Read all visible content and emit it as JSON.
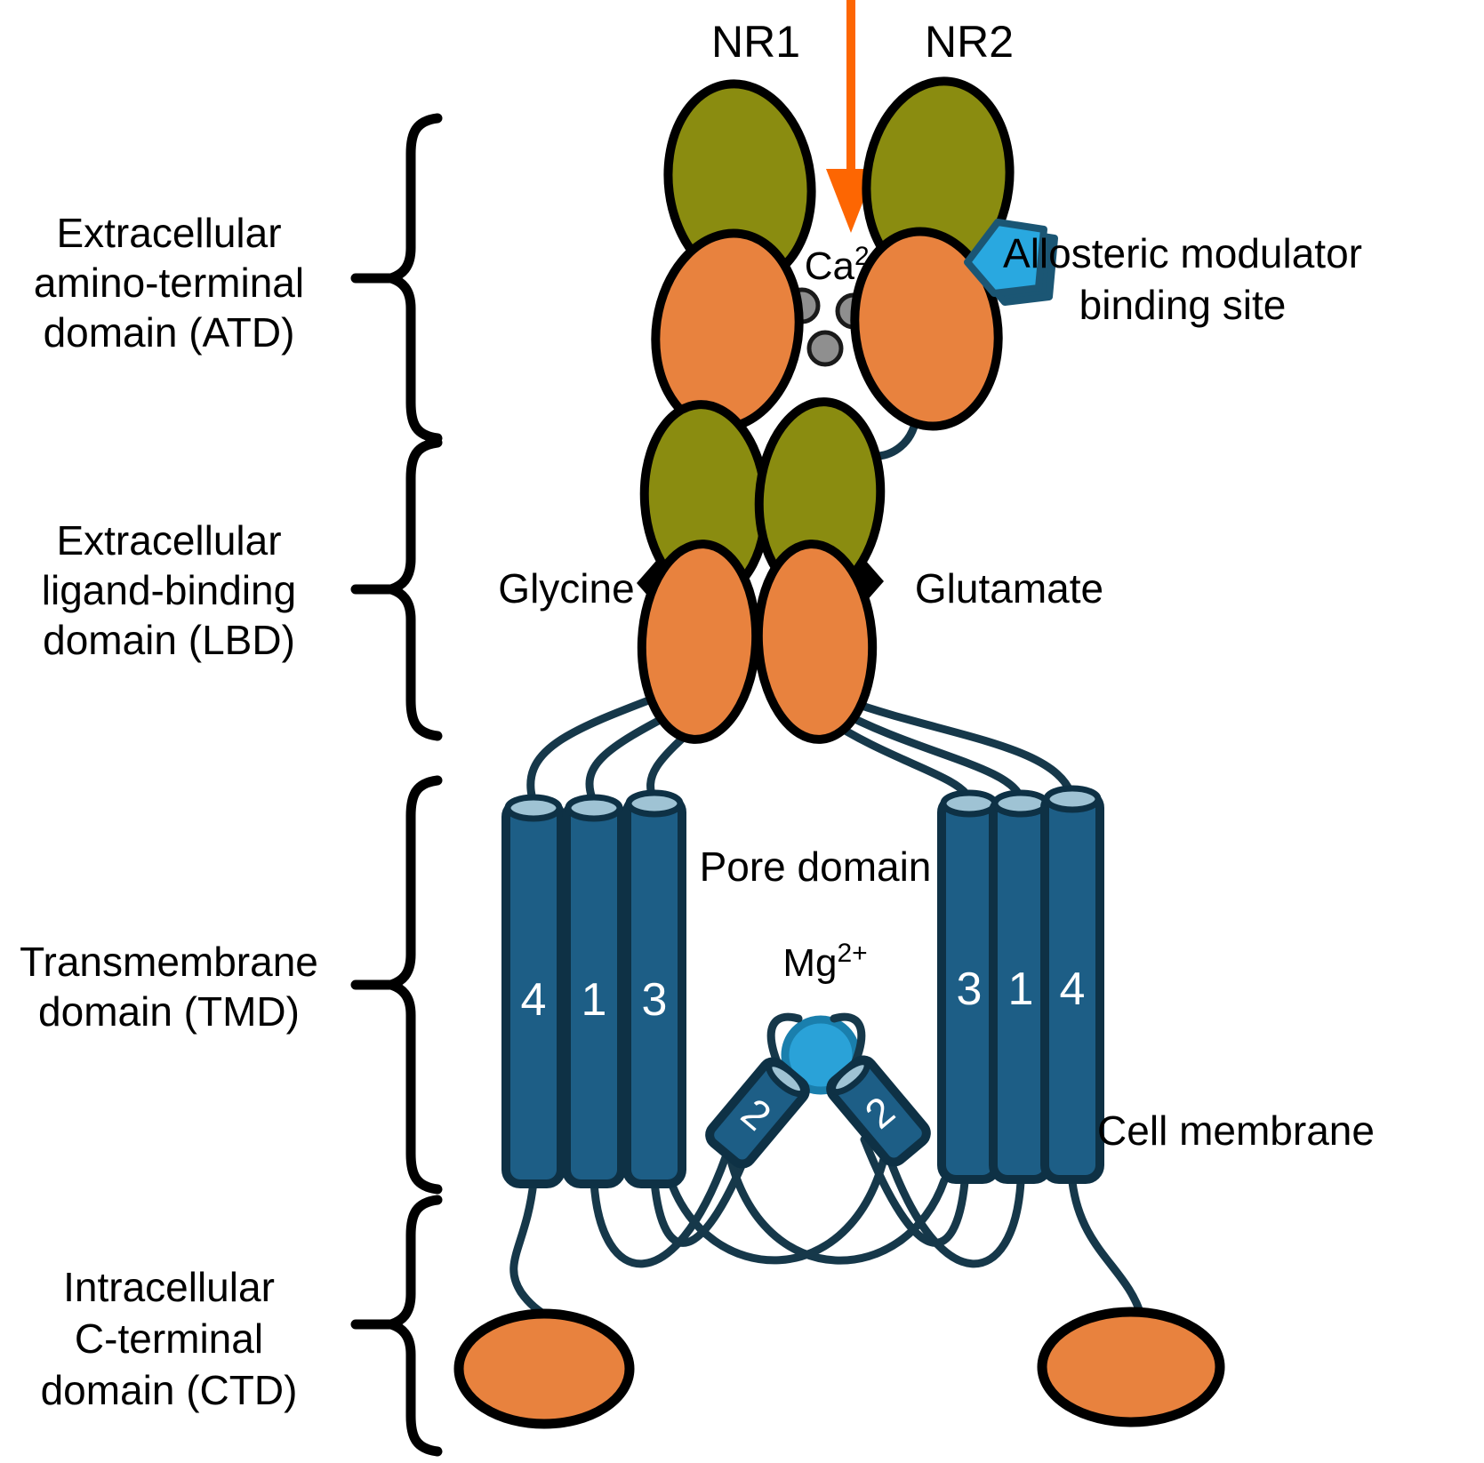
{
  "subunit_labels": {
    "nr1": "NR1",
    "nr2": "NR2"
  },
  "domain_labels": {
    "atd": {
      "lines": [
        "Extracellular",
        "amino-terminal",
        "domain (ATD)"
      ]
    },
    "lbd": {
      "lines": [
        "Extracellular",
        "ligand-binding",
        "domain (LBD)"
      ]
    },
    "tmd": {
      "lines": [
        "Transmembrane",
        "domain (TMD)"
      ]
    },
    "ctd": {
      "lines": [
        "Intracellular",
        "C-terminal",
        "domain (CTD)"
      ]
    }
  },
  "ligand_labels": {
    "glycine": "Glycine",
    "glutamate": "Glutamate"
  },
  "ion_labels": {
    "calcium_base": "Ca",
    "calcium_sup": "2+",
    "magnesium_base": "Mg",
    "magnesium_sup": "2+"
  },
  "annotation_labels": {
    "allosteric_line1": "Allosteric modulator",
    "allosteric_line2": "binding site",
    "pore_domain": "Pore domain",
    "cell_membrane": "Cell membrane"
  },
  "helix_numbers": {
    "left": [
      "4",
      "1",
      "3"
    ],
    "right": [
      "3",
      "1",
      "4"
    ],
    "pore_loop_left": "2",
    "pore_loop_right": "2"
  },
  "colors": {
    "olive_domain": "#8a8c10",
    "orange_domain": "#e8823e",
    "teal_linker": "#16384a",
    "cylinder_fill": "#1d5e86",
    "cylinder_stroke": "#0e3145",
    "cylinder_cap": "#9fc3d4",
    "mg_ion_fill": "#2aa2d8",
    "mg_ion_stroke": "#1a7fad",
    "modulator_fill": "#29a8e0",
    "modulator_stroke": "#1b5674",
    "calcium_arrow": "#fd6602",
    "ion_gray": "#8f8f8f",
    "text": "#000000"
  }
}
